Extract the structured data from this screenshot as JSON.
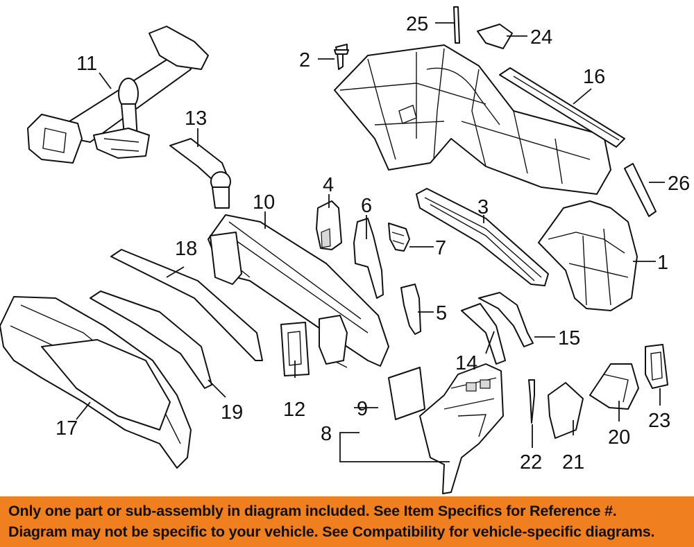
{
  "diagram": {
    "callouts": [
      "1",
      "2",
      "3",
      "4",
      "5",
      "6",
      "7",
      "8",
      "9",
      "10",
      "11",
      "12",
      "13",
      "14",
      "15",
      "16",
      "17",
      "18",
      "19",
      "20",
      "21",
      "22",
      "23",
      "24",
      "25",
      "26"
    ]
  },
  "banner": {
    "line1": "Only one part or sub-assembly in diagram included. See Item Specifics for Reference #.",
    "line2": "Diagram may not be specific to your vehicle. See Compatibility for vehicle-specific diagrams."
  },
  "colors": {
    "banner_background": "#f07f1f",
    "text": "#111111",
    "background": "#ffffff"
  }
}
